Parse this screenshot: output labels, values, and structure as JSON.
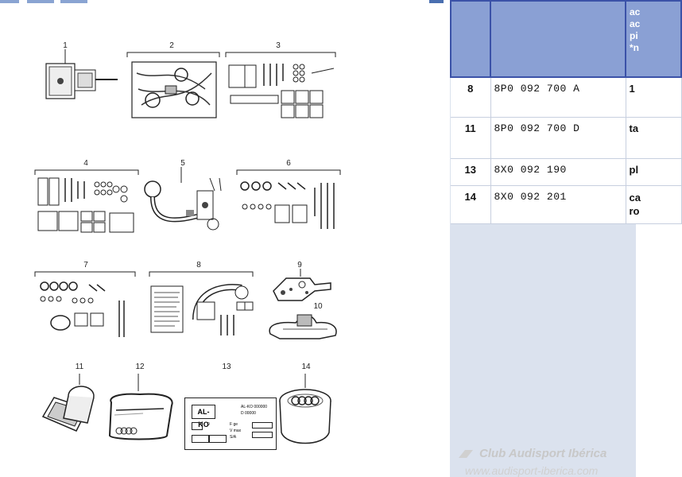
{
  "diagram": {
    "callouts": [
      "1",
      "2",
      "3",
      "4",
      "5",
      "6",
      "7",
      "8",
      "9",
      "10",
      "11",
      "12",
      "13",
      "14"
    ],
    "plate_text": {
      "brand": "AL-KO",
      "line1": "AL-KO 000000",
      "line2": "D 00000",
      "row_labels": [
        "0",
        "F ge",
        "V max",
        "S/A"
      ]
    }
  },
  "table": {
    "headers": [
      "",
      "",
      "ac\nac\npi\n*n"
    ],
    "rows": [
      {
        "pos": "8",
        "part_number": "8P0 092 700 A",
        "desc": "1"
      },
      {
        "pos": "11",
        "part_number": "8P0 092 700 D",
        "desc": "ta"
      },
      {
        "pos": "13",
        "part_number": "8X0 092 190",
        "desc": "pl"
      },
      {
        "pos": "14",
        "part_number": "8X0 092 201",
        "desc": "ca\nro"
      }
    ]
  },
  "watermark": {
    "line1": "Club Audisport Ibérica",
    "line2": "www.audisport-iberica.com"
  }
}
